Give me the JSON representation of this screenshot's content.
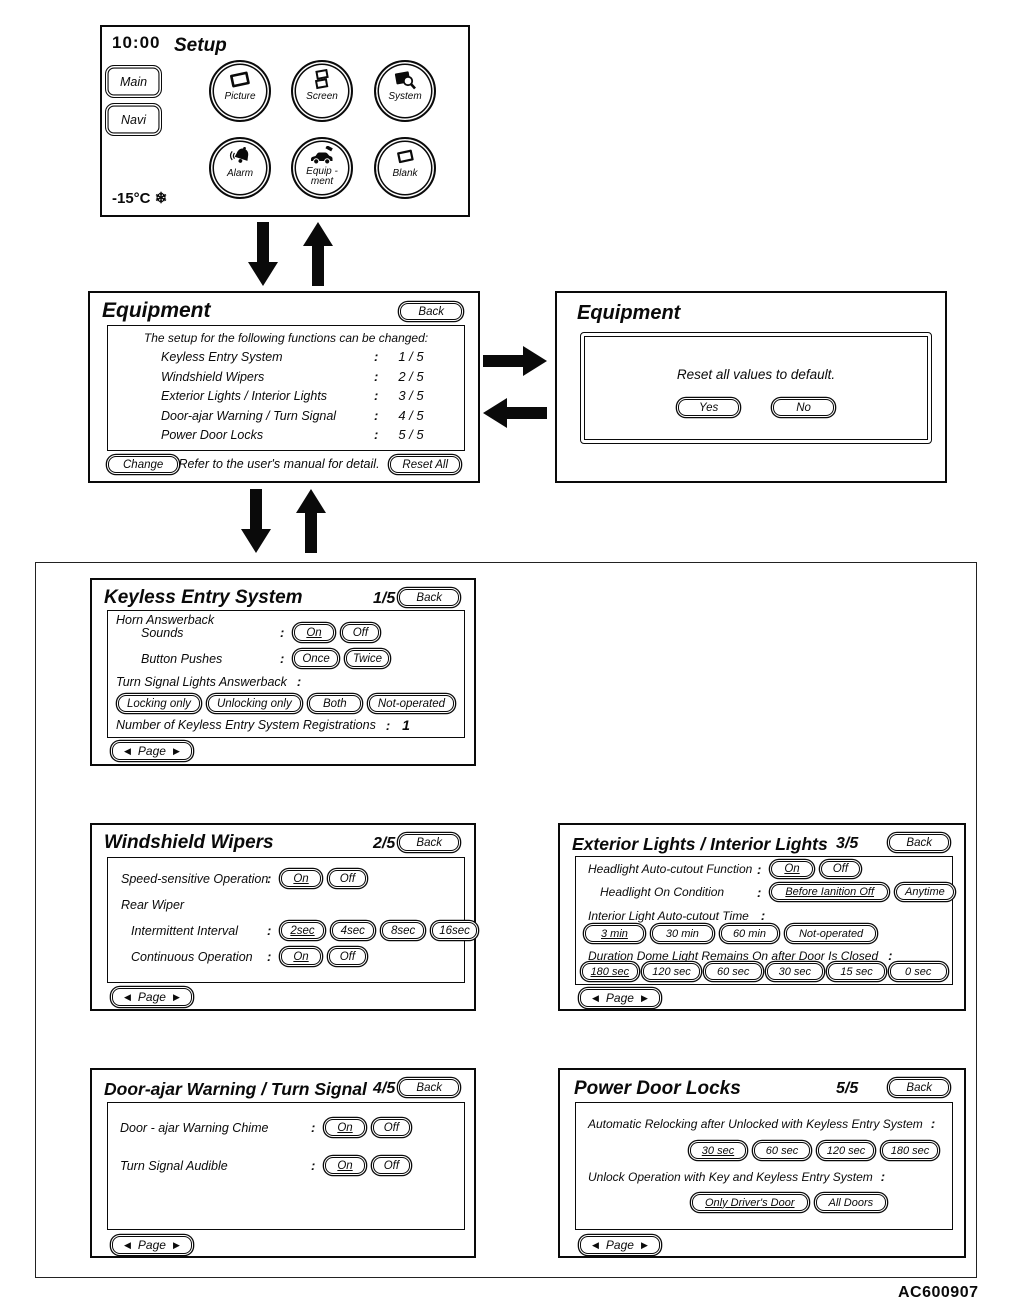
{
  "figure_code": "AC600907",
  "ui": {
    "back": "Back",
    "colon": ":",
    "page_prev": "◀",
    "page_label": "Page",
    "page_next": "▶",
    "on": "On",
    "off": "Off"
  },
  "setup": {
    "clock": "10:00",
    "title": "Setup",
    "tab_main": "Main",
    "tab_navi": "Navi",
    "temperature": "-15°C",
    "snowflake": "❄",
    "buttons": [
      {
        "label": "Picture"
      },
      {
        "label": "Screen"
      },
      {
        "label": "System"
      },
      {
        "label": "Alarm"
      },
      {
        "label": "Equip -",
        "label2": "ment"
      },
      {
        "label": "Blank"
      }
    ]
  },
  "equipment": {
    "title": "Equipment",
    "heading": "The setup for the following functions can be changed:",
    "rows": [
      {
        "label": "Keyless Entry System",
        "value": "1 / 5"
      },
      {
        "label": "Windshield Wipers",
        "value": "2 / 5"
      },
      {
        "label": "Exterior Lights / Interior Lights",
        "value": "3 / 5"
      },
      {
        "label": "Door-ajar Warning / Turn Signal",
        "value": "4 / 5"
      },
      {
        "label": "Power Door Locks",
        "value": "5 / 5"
      }
    ],
    "change": "Change",
    "note": "Refer to the user's manual for detail.",
    "reset_all": "Reset All"
  },
  "reset_dialog": {
    "title": "Equipment",
    "message": "Reset all values to default.",
    "yes": "Yes",
    "no": "No"
  },
  "keyless": {
    "title": "Keyless Entry System",
    "page": "1/5",
    "horn_answerback": "Horn Answerback",
    "sounds": "Sounds",
    "button_pushes": "Button Pushes",
    "once": "Once",
    "twice": "Twice",
    "turn_signal": "Turn Signal Lights Answerback",
    "answerback_options": [
      "Locking only",
      "Unlocking only",
      "Both",
      "Not-operated"
    ],
    "registrations_label": "Number of Keyless Entry System Registrations",
    "registrations_value": "1"
  },
  "wipers": {
    "title": "Windshield Wipers",
    "page": "2/5",
    "speed_label": "Speed-sensitive Operation",
    "rear_wiper": "Rear Wiper",
    "intermittent_label": "Intermittent Interval",
    "intervals": [
      "2sec",
      "4sec",
      "8sec",
      "16sec"
    ],
    "continuous_label": "Continuous Operation"
  },
  "lights": {
    "title": "Exterior Lights / Interior Lights",
    "page": "3/5",
    "headlight_function": "Headlight Auto-cutout Function",
    "headlight_condition": "Headlight On Condition",
    "condition_options": [
      "Before Ianition Off",
      "Anytime"
    ],
    "interior_time": "Interior Light Auto-cutout Time",
    "time_options": [
      "3 min",
      "30 min",
      "60 min",
      "Not-operated"
    ],
    "dome_label": "Duration Dome Light Remains On after Door Is Closed",
    "dome_options": [
      "180 sec",
      "120 sec",
      "60 sec",
      "30 sec",
      "15 sec",
      "0 sec"
    ]
  },
  "door_ajar": {
    "title": "Door-ajar Warning / Turn Signal",
    "page": "4/5",
    "chime_label": "Door - ajar Warning Chime",
    "audible_label": "Turn Signal Audible"
  },
  "locks": {
    "title": "Power Door Locks",
    "page": "5/5",
    "relock_label": "Automatic Relocking after Unlocked with Keyless Entry System",
    "relock_options": [
      "30 sec",
      "60 sec",
      "120 sec",
      "180 sec"
    ],
    "unlock_label": "Unlock Operation with Key and Keyless Entry System",
    "unlock_options": [
      "Only Driver's Door",
      "All Doors"
    ]
  }
}
